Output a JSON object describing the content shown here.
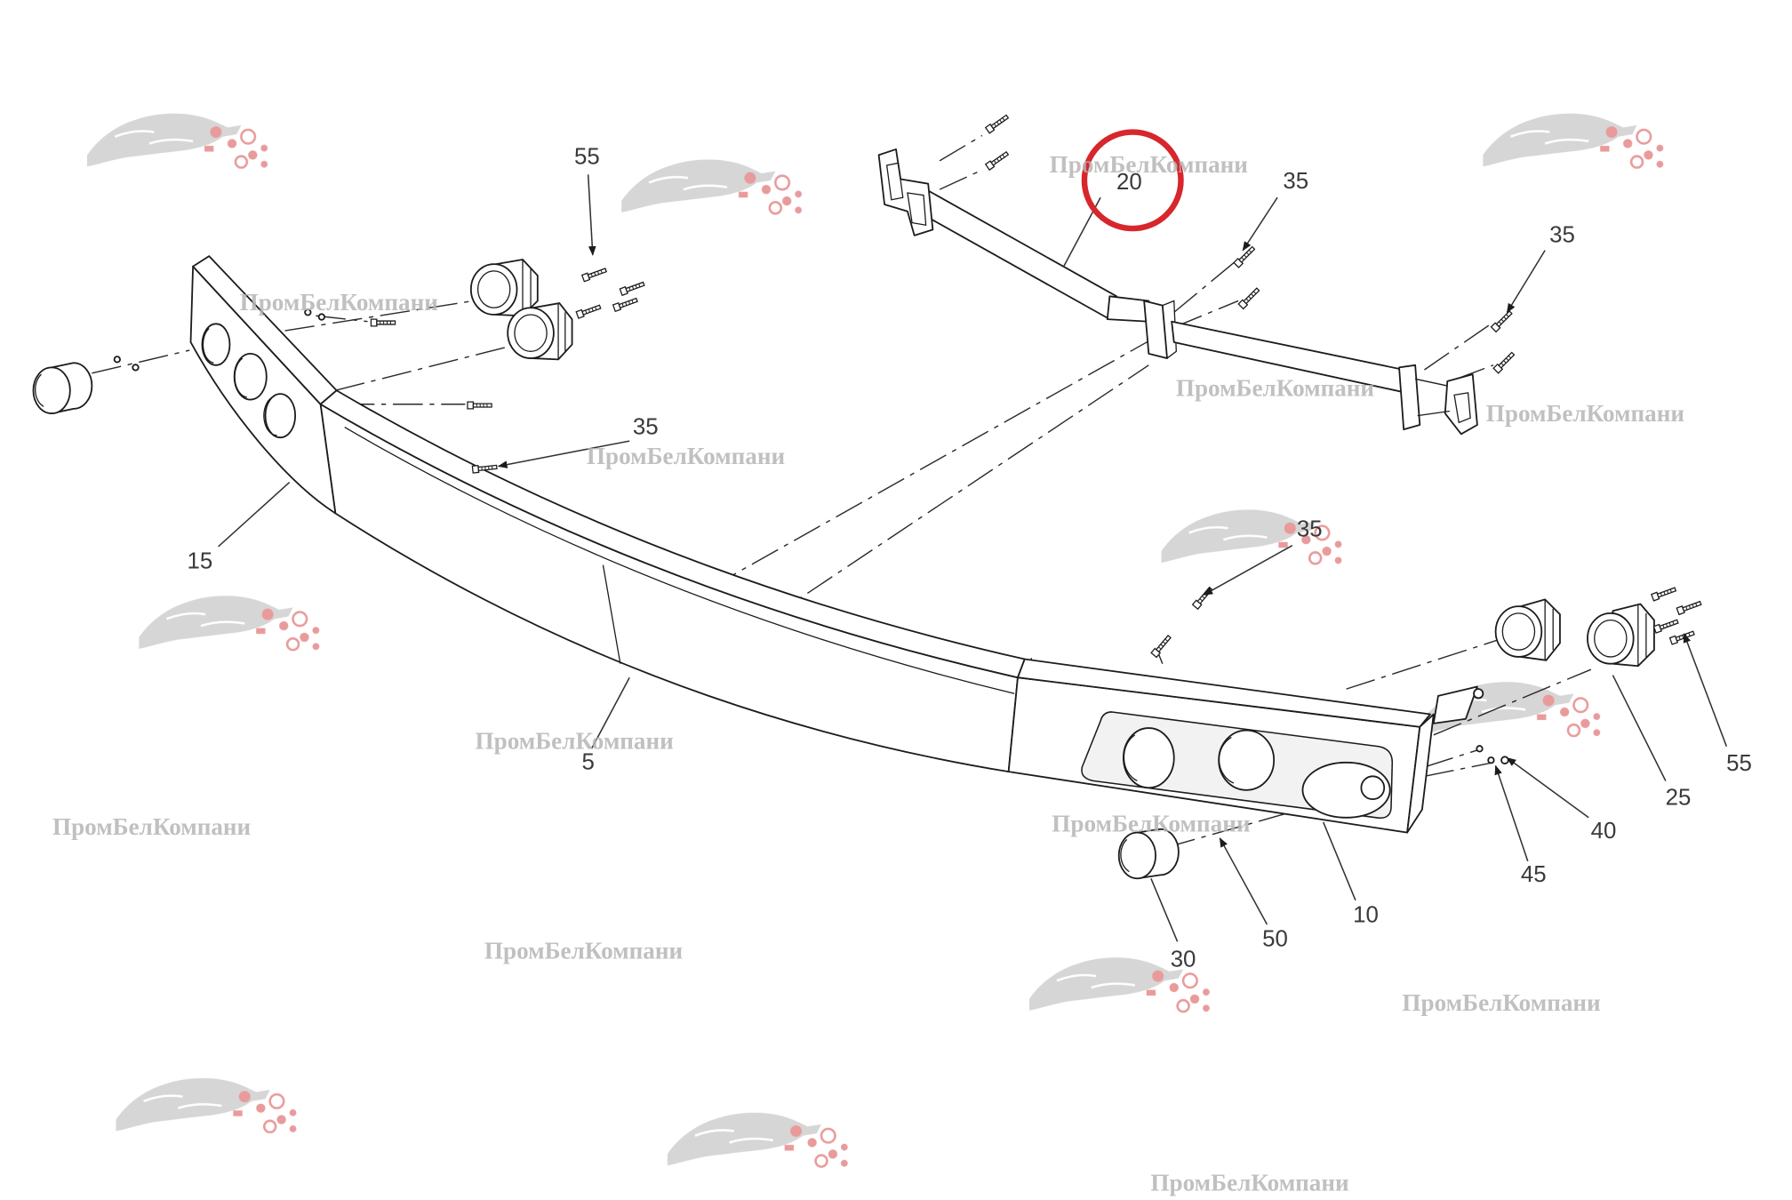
{
  "diagram": {
    "callouts": [
      "55",
      "20",
      "35",
      "35",
      "35",
      "15",
      "35",
      "5",
      "55",
      "25",
      "40",
      "45",
      "10",
      "50",
      "30"
    ],
    "highlighted_callout": "20",
    "highlight_color": "#d7262c",
    "line_color": "#1c1c1c"
  },
  "watermark": {
    "text": "ПромБелКомпани",
    "text_color": "#b5b5b5",
    "logo_colors": [
      "#c4c4c4",
      "#e07070"
    ]
  }
}
